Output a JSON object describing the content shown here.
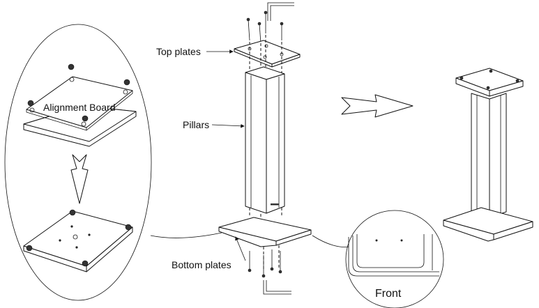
{
  "labels": {
    "alignment_board": "Alignment Board",
    "top_plates": "Top plates",
    "pillars": "Pillars",
    "bottom_plates": "Bottom plates",
    "front": "Front"
  }
}
